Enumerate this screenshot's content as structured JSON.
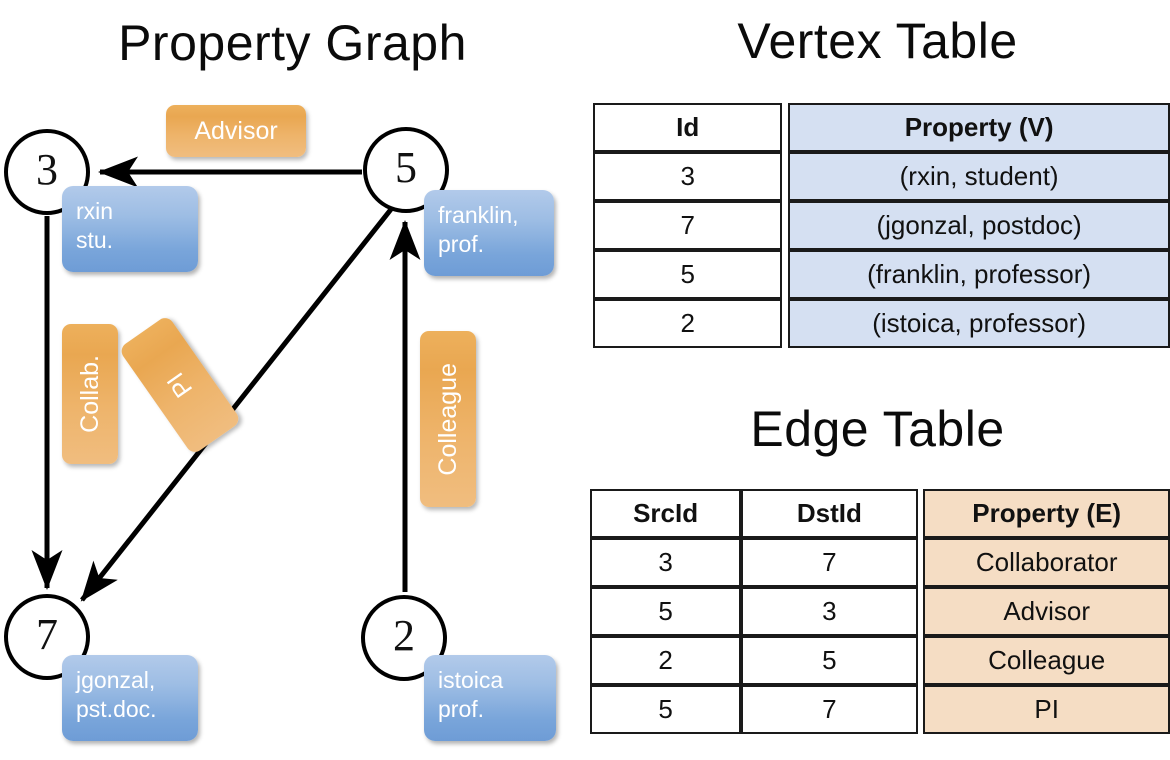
{
  "titles": {
    "property_graph": "Property Graph",
    "vertex_table": "Vertex Table",
    "edge_table": "Edge Table"
  },
  "colors": {
    "node_fill": "#ffffff",
    "node_stroke": "#000000",
    "vertex_box_blue": "#79a5da",
    "edge_label_orange": "#e9a751",
    "vertex_table_cell": "#d5e0f2",
    "edge_table_cell": "#f5ddc4"
  },
  "graph": {
    "nodes": [
      {
        "id": "3",
        "property_line1": "rxin",
        "property_line2": "stu."
      },
      {
        "id": "5",
        "property_line1": "franklin,",
        "property_line2": "prof."
      },
      {
        "id": "7",
        "property_line1": "jgonzal,",
        "property_line2": "pst.doc."
      },
      {
        "id": "2",
        "property_line1": "istoica",
        "property_line2": "prof."
      }
    ],
    "edge_labels": [
      {
        "name": "advisor",
        "text": "Advisor"
      },
      {
        "name": "collab",
        "text": "Collab."
      },
      {
        "name": "pi",
        "text": "PI"
      },
      {
        "name": "colleague",
        "text": "Colleague"
      }
    ],
    "edges": [
      {
        "from": "5",
        "to": "3",
        "label": "Advisor"
      },
      {
        "from": "3",
        "to": "7",
        "label": "Collab."
      },
      {
        "from": "5",
        "to": "7",
        "label": "PI"
      },
      {
        "from": "2",
        "to": "5",
        "label": "Colleague"
      }
    ]
  },
  "vertex_table": {
    "headers": [
      "Id",
      "Property (V)"
    ],
    "rows": [
      {
        "id": "3",
        "property": "(rxin, student)"
      },
      {
        "id": "7",
        "property": "(jgonzal, postdoc)"
      },
      {
        "id": "5",
        "property": "(franklin, professor)"
      },
      {
        "id": "2",
        "property": "(istoica, professor)"
      }
    ]
  },
  "edge_table": {
    "headers": [
      "SrcId",
      "DstId",
      "Property (E)"
    ],
    "rows": [
      {
        "src": "3",
        "dst": "7",
        "property": "Collaborator"
      },
      {
        "src": "5",
        "dst": "3",
        "property": "Advisor"
      },
      {
        "src": "2",
        "dst": "5",
        "property": "Colleague"
      },
      {
        "src": "5",
        "dst": "7",
        "property": "PI"
      }
    ]
  }
}
